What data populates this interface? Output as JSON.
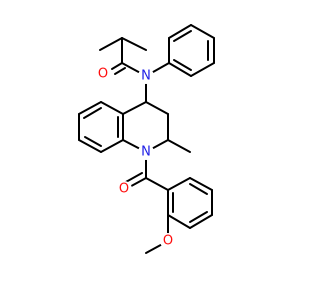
{
  "colors": {
    "bond": "#000000",
    "oxygen": "#ff0d0d",
    "nitrogen": "#1e1ee6",
    "background": "#ffffff"
  },
  "atoms": {
    "amide_oxygen": "O",
    "amide_nitrogen": "N",
    "ring_nitrogen": "N",
    "ketone_oxygen": "O",
    "methoxy_oxygen": "O"
  }
}
